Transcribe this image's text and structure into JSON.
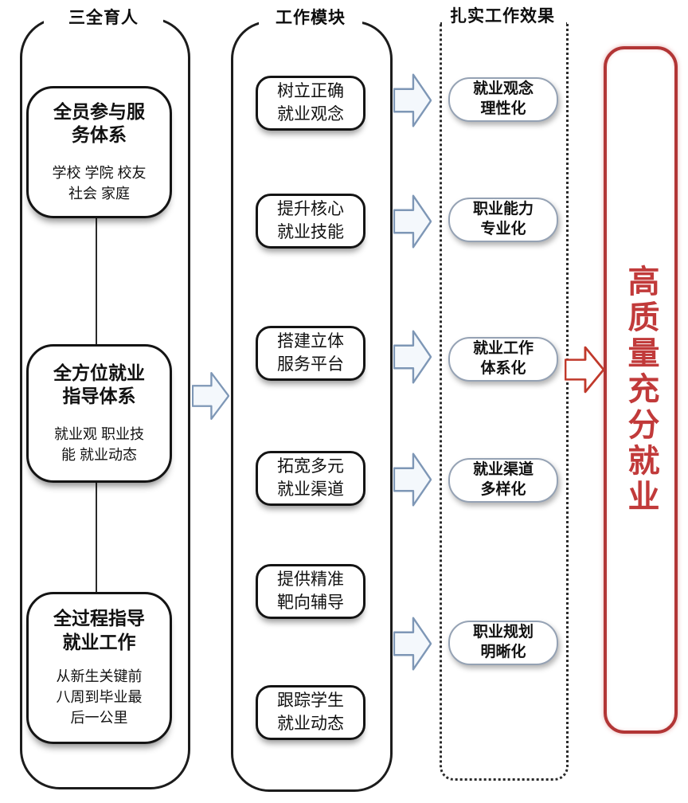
{
  "pillars": {
    "header": "三全育人",
    "boxes": [
      {
        "title": "全员参与服\n务体系",
        "subtitle": "学校 学院 校友\n社会 家庭"
      },
      {
        "title": "全方位就业\n指导体系",
        "subtitle": "就业观 职业技\n能 就业动态"
      },
      {
        "title": "全过程指导\n就业工作",
        "subtitle": "从新生关键前\n八周到毕业最\n后一公里"
      }
    ]
  },
  "modules": {
    "header": "工作模块",
    "boxes": [
      {
        "label": "树立正确\n就业观念"
      },
      {
        "label": "提升核心\n就业技能"
      },
      {
        "label": "搭建立体\n服务平台"
      },
      {
        "label": "拓宽多元\n就业渠道"
      },
      {
        "label": "提供精准\n靶向辅导"
      },
      {
        "label": "跟踪学生\n就业动态"
      }
    ]
  },
  "outcomes": {
    "header": "扎实工作效果",
    "boxes": [
      {
        "label": "就业观念\n理性化"
      },
      {
        "label": "职业能力\n专业化"
      },
      {
        "label": "就业工作\n体系化"
      },
      {
        "label": "就业渠道\n多样化"
      },
      {
        "label": "职业规划\n明晰化"
      }
    ]
  },
  "goal": {
    "label": "高质量充分就业"
  },
  "icons": {
    "flow_arrow": "arrow-right-icon"
  },
  "colors": {
    "container_border": "#1c1c1c",
    "box_border": "#141414",
    "outcome_border": "#95a2b4",
    "arrow_blue_outline": "#7e97b6",
    "arrow_blue_fill": "#f4f8fc",
    "goal_border_red": "#b23535",
    "goal_text_red": "#c13a3a",
    "red_arrow_stroke": "#c0392b"
  }
}
